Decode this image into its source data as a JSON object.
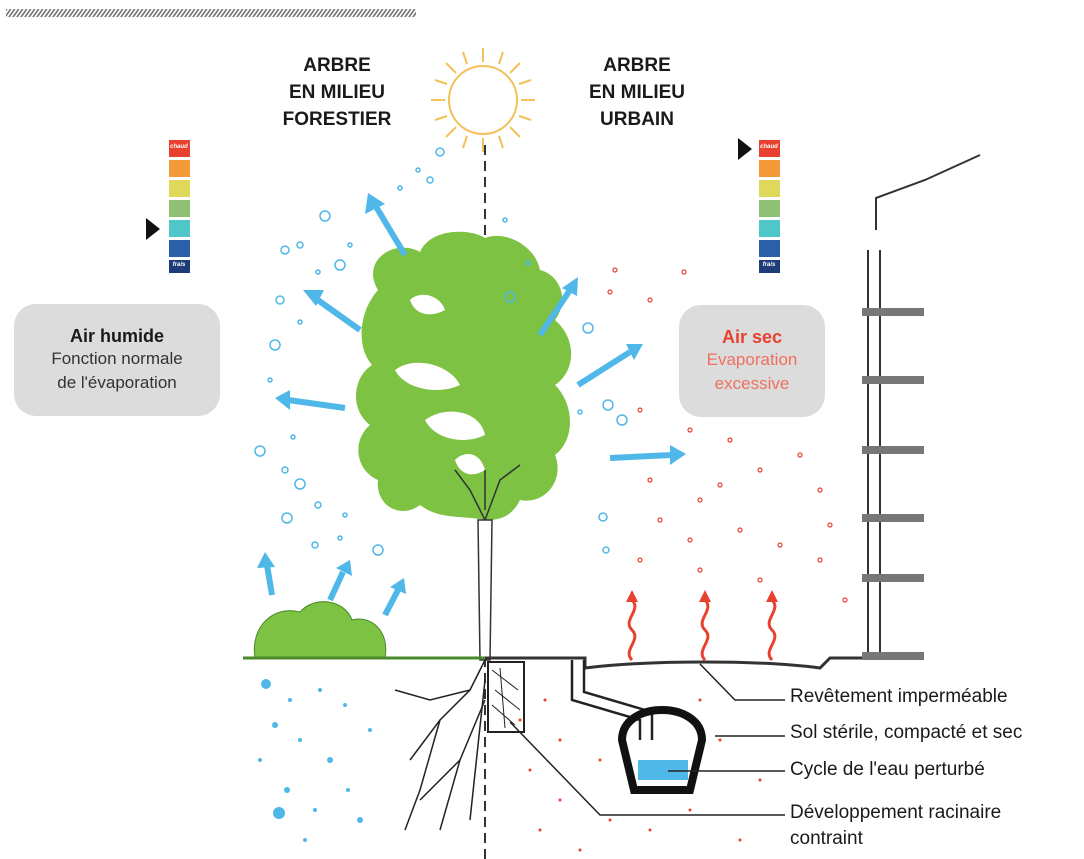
{
  "titles": {
    "forest": [
      "ARBRE",
      "EN MILIEU",
      "FORESTIER"
    ],
    "urban": [
      "ARBRE",
      "EN MILIEU",
      "URBAIN"
    ]
  },
  "scale": {
    "top_label": "chaud",
    "bottom_label": "frais",
    "colors": [
      "#e8412f",
      "#f39a39",
      "#dfd95a",
      "#8fc073",
      "#4fc6c8",
      "#2b5fa8",
      "#1e3b7a"
    ],
    "forest_indicator_level": "middle-cool",
    "urban_indicator_level": "hot"
  },
  "bubbles": {
    "humid": {
      "title": "Air humide",
      "line1": "Fonction normale",
      "line2": "de l'évaporation"
    },
    "dry": {
      "title": "Air sec",
      "line1": "Evaporation",
      "line2": "excessive"
    }
  },
  "callouts": {
    "pavement": "Revêtement imperméable",
    "soil": "Sol stérile, compacté et sec",
    "water": "Cycle de l'eau perturbé",
    "roots_line1": "Développement racinaire",
    "roots_line2": "contraint"
  },
  "colors": {
    "tree_green": "#7dc242",
    "arrow_blue": "#4fb8e8",
    "heat_red": "#e8412f",
    "bubble_bg": "#dcdcdc"
  }
}
